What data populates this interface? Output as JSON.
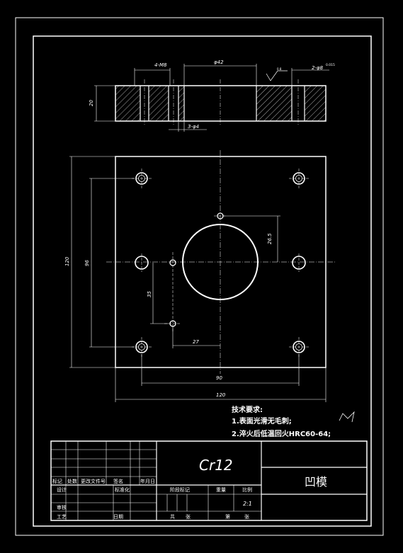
{
  "top_view": {
    "dim_holes_top": "4-M8",
    "dim_bore": "φ42",
    "dim_pins": "2-φ8",
    "dim_pins_tol": "0.015",
    "roughness": "0.8",
    "dim_thickness": "20",
    "dim_small_holes": "3-φ4"
  },
  "plan_view": {
    "dim_height_total": "120",
    "dim_height_holes": "96",
    "dim_bore_offset": "26.5",
    "dim_small_offset_y": "35",
    "dim_small_offset_x": "27",
    "dim_width_holes": "90",
    "dim_width_total": "120"
  },
  "notes": {
    "title": "技术要求:",
    "item1": "1.表面光滑无毛刺;",
    "item2": "2.淬火后低温回火HRC60-64;"
  },
  "title_block": {
    "material": "Cr12",
    "part_name": "凹模",
    "scale": "2:1",
    "labels": {
      "biaoji": "标记",
      "chushu": "处数",
      "fenqu": "更改文件号",
      "qianming": "签名",
      "riqi1": "年月日",
      "sheji": "设计",
      "biaozhunhua": "标准化",
      "shenhe": "审核",
      "gongyi": "工艺",
      "pizhun": "日期",
      "jieduan": "阶段标记",
      "zhongliang": "重量",
      "bili": "比例",
      "gong": "共",
      "zhang": "张",
      "di": "第",
      "zhang2": "张"
    }
  }
}
